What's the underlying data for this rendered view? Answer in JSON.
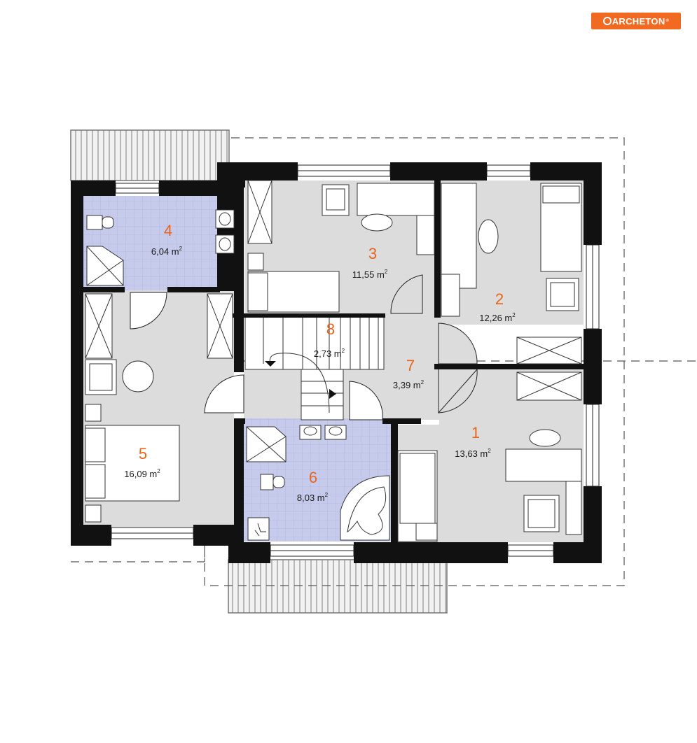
{
  "brand": {
    "logo_text": "ARCHETON"
  },
  "rooms": [
    {
      "num": "1",
      "area": "13,63 m",
      "sup": "2"
    },
    {
      "num": "2",
      "area": "12,26 m",
      "sup": "2"
    },
    {
      "num": "3",
      "area": "11,55 m",
      "sup": "2"
    },
    {
      "num": "4",
      "area": "6,04 m",
      "sup": "2"
    },
    {
      "num": "5",
      "area": "16,09 m",
      "sup": "2"
    },
    {
      "num": "6",
      "area": "8,03 m",
      "sup": "2"
    },
    {
      "num": "7",
      "area": "3,39 m",
      "sup": "2"
    },
    {
      "num": "8",
      "area": "2,73 m",
      "sup": "2"
    }
  ],
  "colors": {
    "floor": "#dcdcdd",
    "bath": "#c6cbec",
    "wall": "#111111",
    "accent": "#e8641c"
  }
}
